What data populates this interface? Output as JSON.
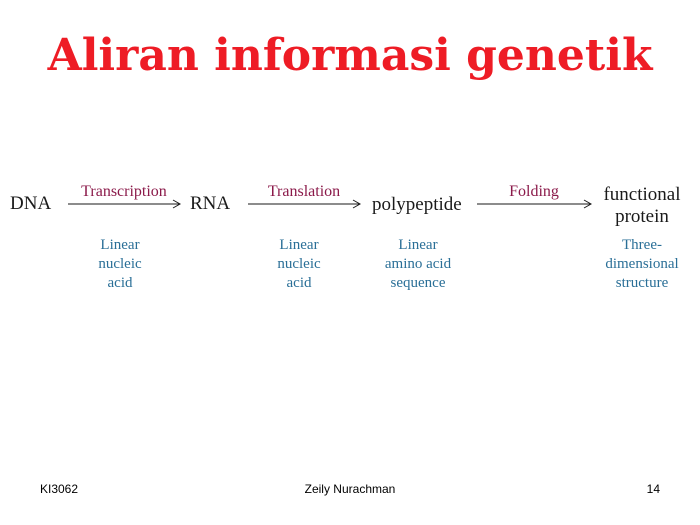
{
  "title": "Aliran informasi genetik",
  "nodes": {
    "dna": "DNA",
    "rna": "RNA",
    "polypeptide": "polypeptide",
    "functional_line1": "functional",
    "functional_line2": "protein"
  },
  "processes": {
    "transcription": "Transcription",
    "translation": "Translation",
    "folding": "Folding"
  },
  "descriptions": {
    "dna": [
      "Linear",
      "nucleic",
      "acid"
    ],
    "rna": [
      "Linear",
      "nucleic",
      "acid"
    ],
    "polypeptide": [
      "Linear",
      "amino acid",
      "sequence"
    ],
    "protein": [
      "Three-",
      "dimensional",
      "structure"
    ]
  },
  "footer": {
    "left": "KI3062",
    "center": "Zeily Nurachman",
    "page": "14"
  },
  "colors": {
    "title": "#ee1c25",
    "process": "#8b1a4a",
    "description": "#2a6f97"
  }
}
